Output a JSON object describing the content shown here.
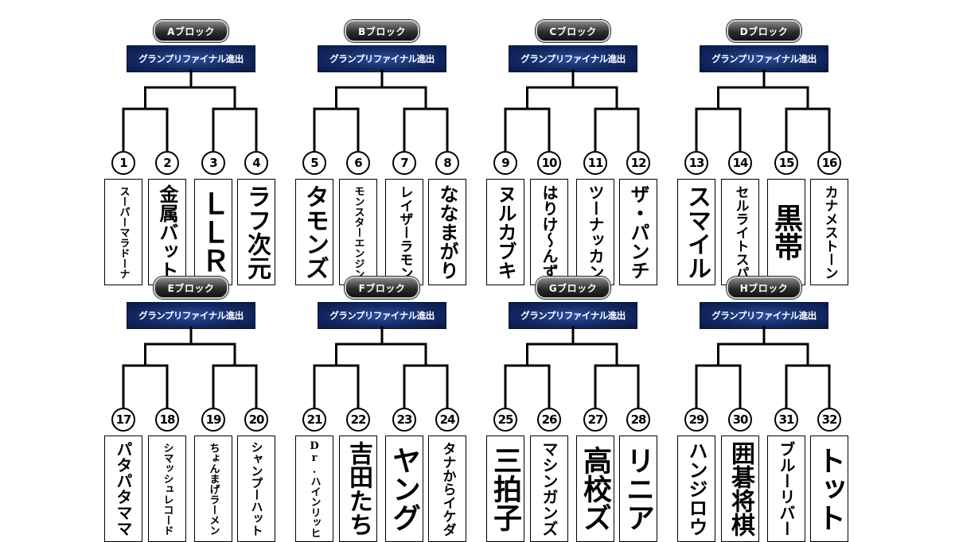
{
  "final_banner": "グランプリファイナル進出",
  "blocks": [
    {
      "label": "Aブロック",
      "entries": [
        {
          "num": "1",
          "name": "スーパーマラドーナ"
        },
        {
          "num": "2",
          "name": "金属バット"
        },
        {
          "num": "3",
          "name": "ＬＬＲ"
        },
        {
          "num": "4",
          "name": "ラフ次元"
        }
      ]
    },
    {
      "label": "Bブロック",
      "entries": [
        {
          "num": "5",
          "name": "タモンズ"
        },
        {
          "num": "6",
          "name": "モンスターエンジン"
        },
        {
          "num": "7",
          "name": "レイザーラモン"
        },
        {
          "num": "8",
          "name": "ななまがり"
        }
      ]
    },
    {
      "label": "Cブロック",
      "entries": [
        {
          "num": "9",
          "name": "ヌルカブキ"
        },
        {
          "num": "10",
          "name": "はりけ〜んず"
        },
        {
          "num": "11",
          "name": "ツーナッカン"
        },
        {
          "num": "12",
          "name": "ザ・パンチ"
        }
      ]
    },
    {
      "label": "Dブロック",
      "entries": [
        {
          "num": "13",
          "name": "スマイル"
        },
        {
          "num": "14",
          "name": "セルライトスパ"
        },
        {
          "num": "15",
          "name": "黒帯"
        },
        {
          "num": "16",
          "name": "カナメストーン"
        }
      ]
    },
    {
      "label": "Eブロック",
      "entries": [
        {
          "num": "17",
          "name": "パタパタママ"
        },
        {
          "num": "18",
          "name": "シマッシュレコード"
        },
        {
          "num": "19",
          "name": "ちょんまげラーメン"
        },
        {
          "num": "20",
          "name": "シャンプーハット"
        }
      ]
    },
    {
      "label": "Fブロック",
      "entries": [
        {
          "num": "21",
          "name": "Dr.ハインリッヒ"
        },
        {
          "num": "22",
          "name": "吉田たち"
        },
        {
          "num": "23",
          "name": "ヤング"
        },
        {
          "num": "24",
          "name": "タナからイケダ"
        }
      ]
    },
    {
      "label": "Gブロック",
      "entries": [
        {
          "num": "25",
          "name": "三拍子"
        },
        {
          "num": "26",
          "name": "マシンガンズ"
        },
        {
          "num": "27",
          "name": "高校ズ"
        },
        {
          "num": "28",
          "name": "リニア"
        }
      ]
    },
    {
      "label": "Hブロック",
      "entries": [
        {
          "num": "29",
          "name": "ハンジロウ"
        },
        {
          "num": "30",
          "name": "囲碁将棋"
        },
        {
          "num": "31",
          "name": "ブルーリバー"
        },
        {
          "num": "32",
          "name": "トット"
        }
      ]
    }
  ]
}
